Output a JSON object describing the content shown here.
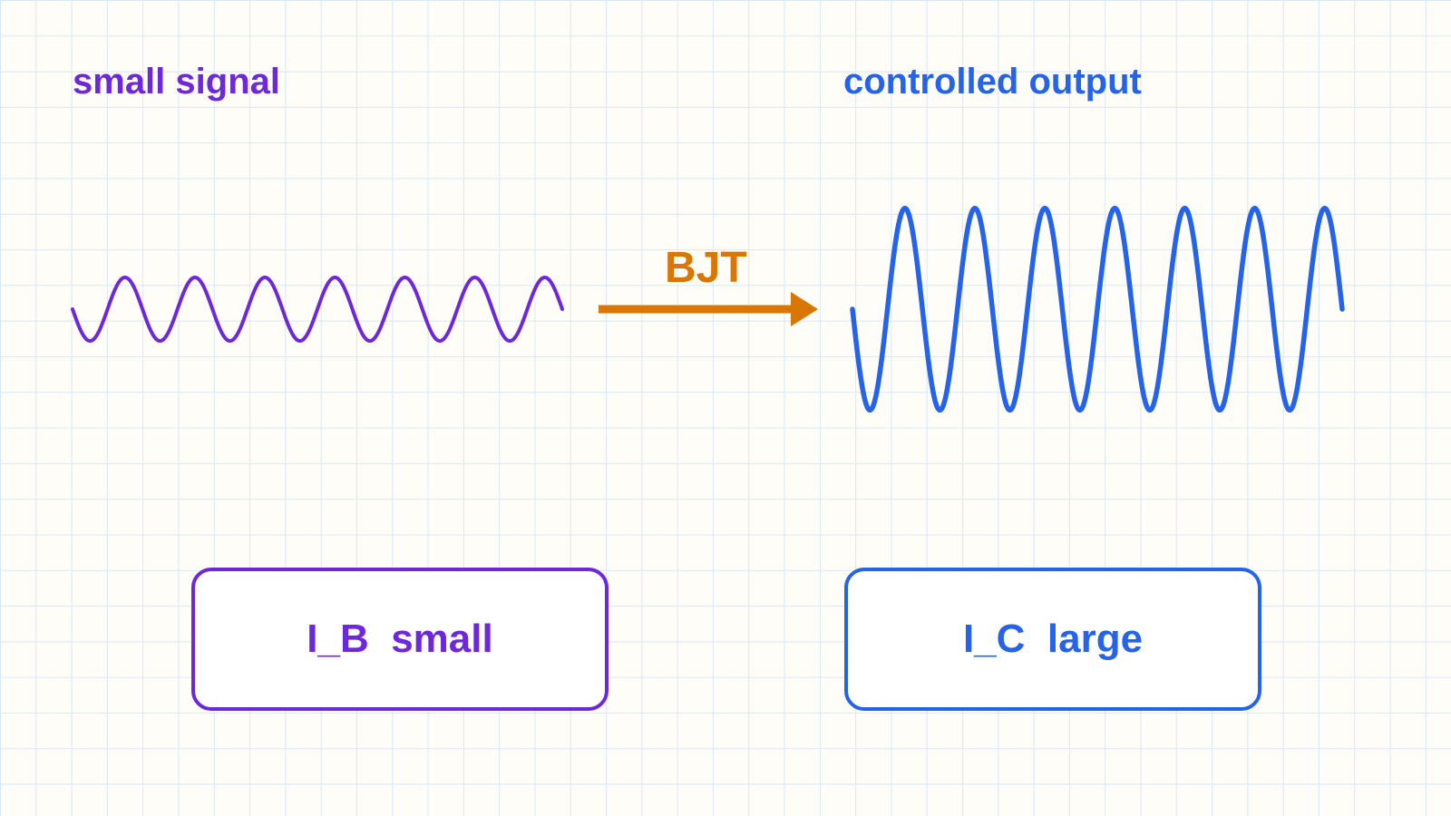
{
  "input": {
    "heading": "small signal",
    "box_label": "I_B  small",
    "color": "#6d28d9",
    "wave": {
      "cycles": 7,
      "amplitude": 1,
      "phase_start": "zero"
    }
  },
  "output": {
    "heading": "controlled output",
    "box_label": "I_C  large",
    "color": "#2563eb",
    "wave": {
      "cycles": 7,
      "amplitude": 3,
      "phase_start": "zero"
    }
  },
  "device": {
    "label": "BJT",
    "color": "#d97706",
    "arrow": "right-arrow-icon"
  },
  "background": {
    "color": "#fffdf8",
    "grid_color": "#d8e8f6"
  }
}
